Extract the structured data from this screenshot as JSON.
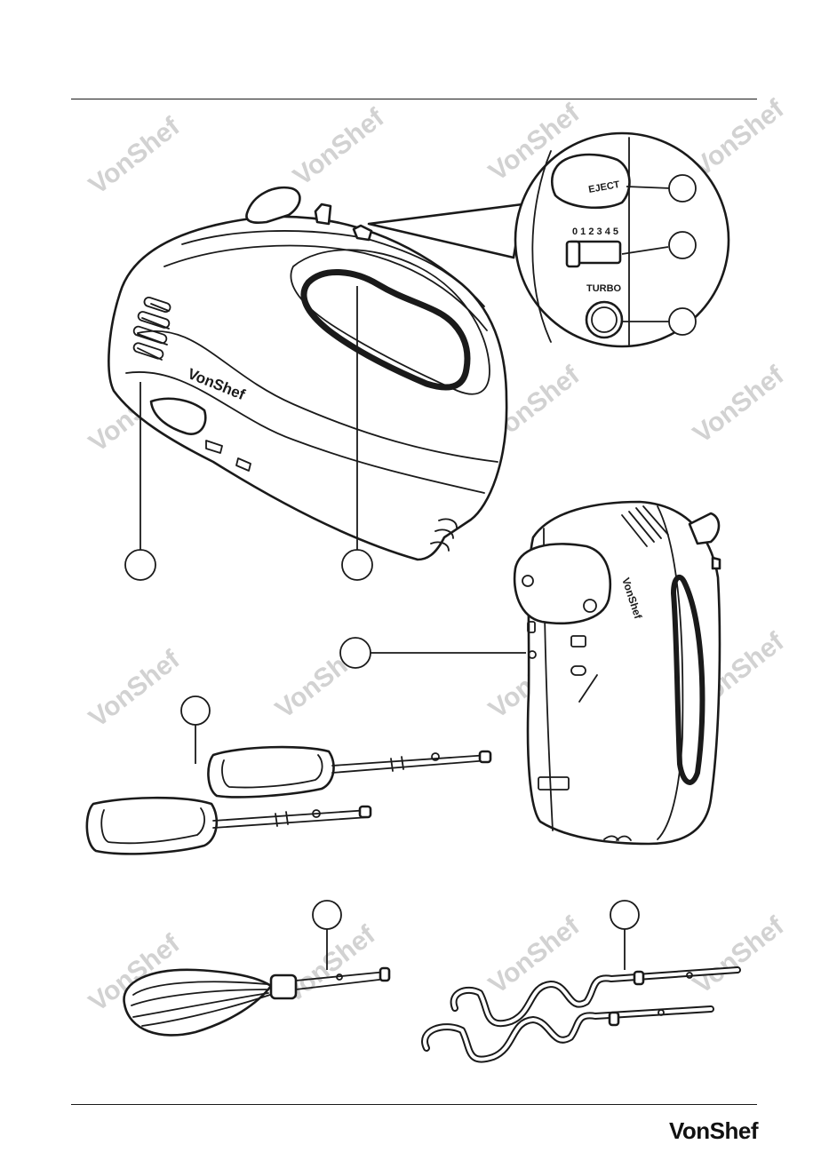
{
  "watermark": "VonShef",
  "brand": "VonShef",
  "controls": {
    "eject": "EJECT",
    "speed_scale": "0 1 2 3 4 5",
    "turbo": "TURBO"
  },
  "body_logo": "VonShef",
  "footer_brand": "VonShef",
  "callouts": [
    "",
    "",
    "",
    "",
    "",
    "",
    "",
    "",
    ""
  ]
}
